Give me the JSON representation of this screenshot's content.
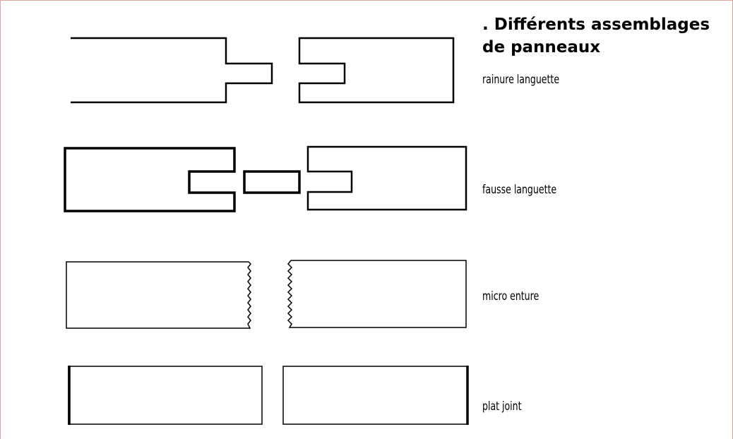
{
  "title": ". Différents assemblages de panneaux",
  "joints": [
    {
      "label": "rainure languette"
    },
    {
      "label": "fausse languette"
    },
    {
      "label": "micro enture"
    },
    {
      "label": "plat joint"
    }
  ]
}
